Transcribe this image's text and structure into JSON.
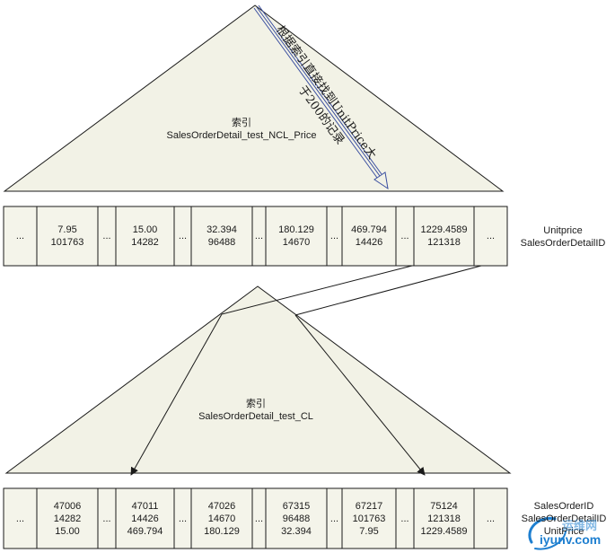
{
  "upper_index": {
    "label_line1": "索引",
    "label_line2": "SalesOrderDetail_test_NCL_Price"
  },
  "seek_annotation": {
    "line1": "根据索引直接找到UnitPrice大",
    "line2": "于200的记录"
  },
  "upper_leaf": {
    "cells": [
      {
        "lines": [
          "..."
        ]
      },
      {
        "lines": [
          "7.95",
          "101763"
        ]
      },
      {
        "lines": [
          "..."
        ]
      },
      {
        "lines": [
          "15.00",
          "14282"
        ]
      },
      {
        "lines": [
          "..."
        ]
      },
      {
        "lines": [
          "32.394",
          "96488"
        ]
      },
      {
        "lines": [
          "..."
        ]
      },
      {
        "lines": [
          "180.129",
          "14670"
        ]
      },
      {
        "lines": [
          "..."
        ]
      },
      {
        "lines": [
          "469.794",
          "14426"
        ]
      },
      {
        "lines": [
          "..."
        ]
      },
      {
        "lines": [
          "1229.4589",
          "121318"
        ]
      },
      {
        "lines": [
          "..."
        ]
      }
    ],
    "legend": [
      "Unitprice",
      "SalesOrderDetailID"
    ]
  },
  "lower_index": {
    "label_line1": "索引",
    "label_line2": "SalesOrderDetail_test_CL"
  },
  "lower_leaf": {
    "cells": [
      {
        "lines": [
          "..."
        ]
      },
      {
        "lines": [
          "47006",
          "14282",
          "15.00"
        ]
      },
      {
        "lines": [
          "..."
        ]
      },
      {
        "lines": [
          "47011",
          "14426",
          "469.794"
        ]
      },
      {
        "lines": [
          "..."
        ]
      },
      {
        "lines": [
          "47026",
          "14670",
          "180.129"
        ]
      },
      {
        "lines": [
          "..."
        ]
      },
      {
        "lines": [
          "67315",
          "96488",
          "32.394"
        ]
      },
      {
        "lines": [
          "..."
        ]
      },
      {
        "lines": [
          "67217",
          "101763",
          "7.95"
        ]
      },
      {
        "lines": [
          "..."
        ]
      },
      {
        "lines": [
          "75124",
          "121318",
          "1229.4589"
        ]
      },
      {
        "lines": [
          "..."
        ]
      }
    ],
    "legend": [
      "SalesOrderID",
      "SalesOrderDetailID",
      "UnitPrice"
    ]
  },
  "watermark": {
    "line1": "运维网",
    "line2": "iyunv.com"
  },
  "colors": {
    "triangle_fill": "#f2f2e6",
    "cell_fill": "#f4f4ea",
    "stroke": "#1a1a1a",
    "arrow_blue": "#3b4fa0",
    "watermark_blue": "#1e7fd0"
  }
}
